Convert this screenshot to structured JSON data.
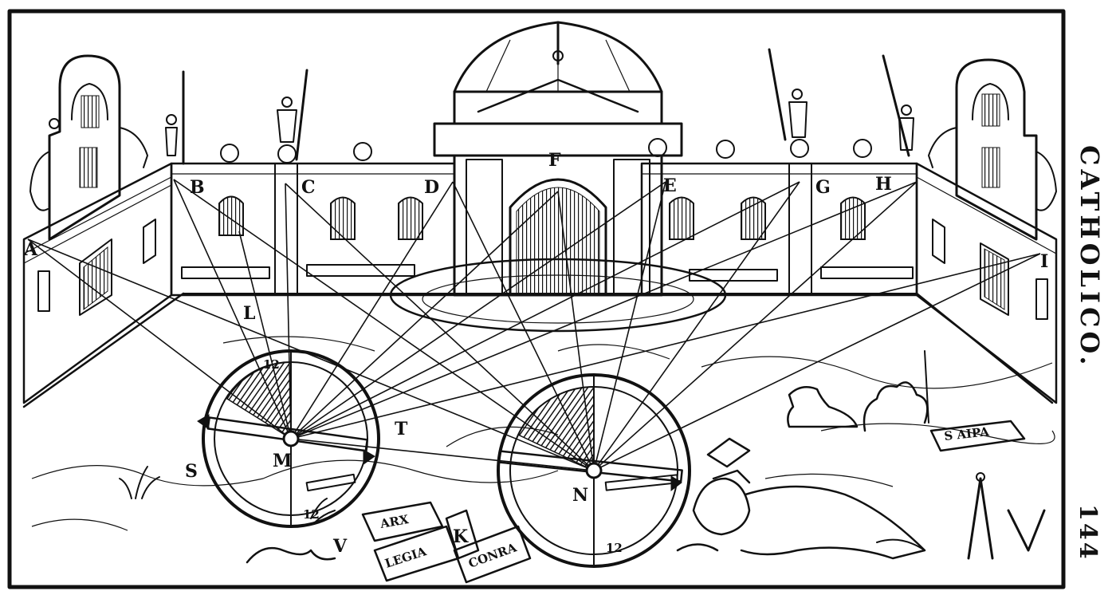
{
  "running_head": "CATHOLICO.",
  "page_number": "144",
  "point_labels": {
    "A": "A",
    "B": "B",
    "C": "C",
    "D": "D",
    "E": "E",
    "F": "F",
    "G": "G",
    "H": "H",
    "I": "I",
    "L": "L",
    "M": "M",
    "N": "N",
    "S": "S",
    "T": "T",
    "V": "V"
  },
  "banner_labels": {
    "arx": "ARX",
    "legia": "LEGIA",
    "k": "K",
    "conra": "CONRA",
    "saipa": "S AIPA"
  },
  "dial_marks": {
    "twelve": "12"
  }
}
